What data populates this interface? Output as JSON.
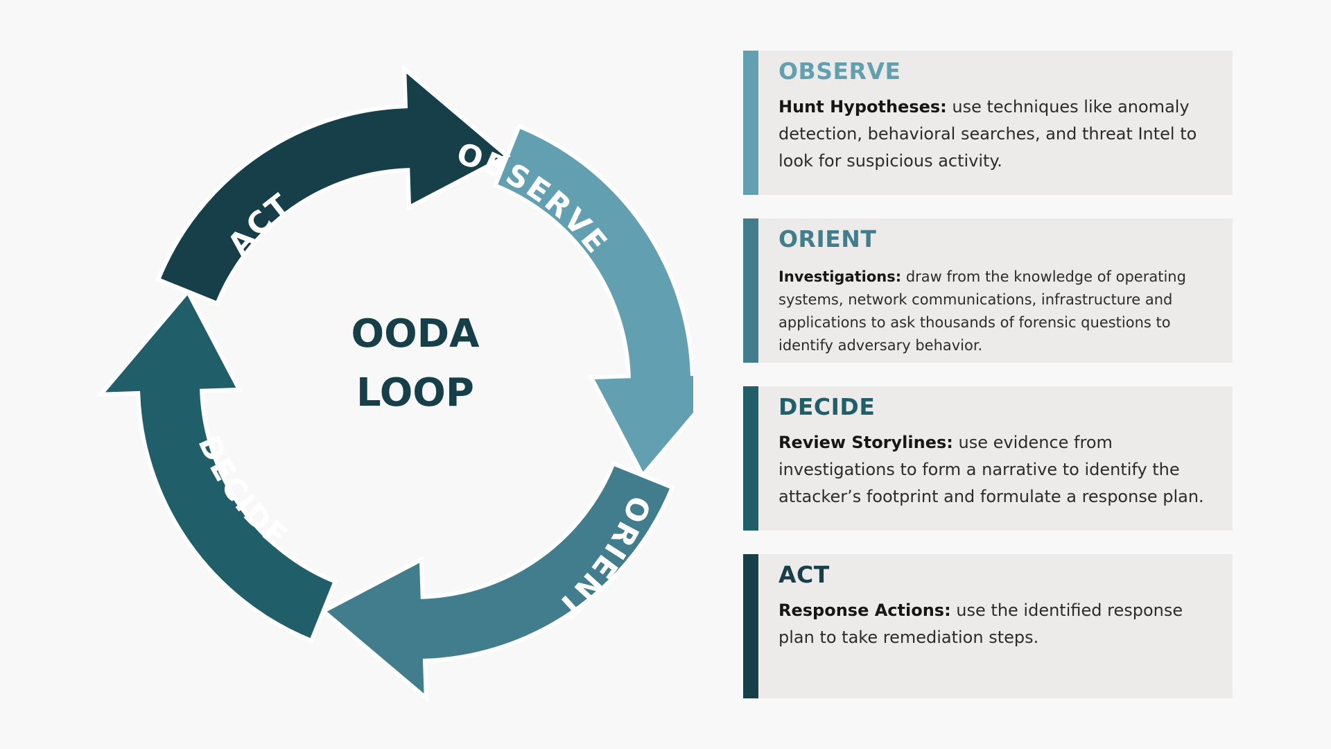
{
  "diagram": {
    "center_title": [
      "OODA",
      "LOOP"
    ],
    "segments": [
      {
        "label": "OBSERVE",
        "color": "#629fb0"
      },
      {
        "label": "ORIENT",
        "color": "#417d8c"
      },
      {
        "label": "DECIDE",
        "color": "#205e6a"
      },
      {
        "label": "ACT",
        "color": "#173f4a"
      }
    ]
  },
  "cards": [
    {
      "title": "OBSERVE",
      "color": "#629fb0",
      "term": "Hunt Hypotheses:",
      "text": " use techniques like anomaly detection, behavioral searches, and threat Intel to look for suspicious activity."
    },
    {
      "title": "ORIENT",
      "color": "#417d8c",
      "term": "Investigations:",
      "text": " draw from the knowledge of operating systems, network communications, infrastructure and applications to ask thousands of forensic questions to identify adversary behavior."
    },
    {
      "title": "DECIDE",
      "color": "#205e6a",
      "term": "Review Storylines:",
      "text": " use evidence from investigations to form a narrative to identify the attacker’s footprint and formulate a response plan."
    },
    {
      "title": "ACT",
      "color": "#173f4a",
      "term": "Response Actions:",
      "text": " use the identified response plan to take remediation steps."
    }
  ]
}
